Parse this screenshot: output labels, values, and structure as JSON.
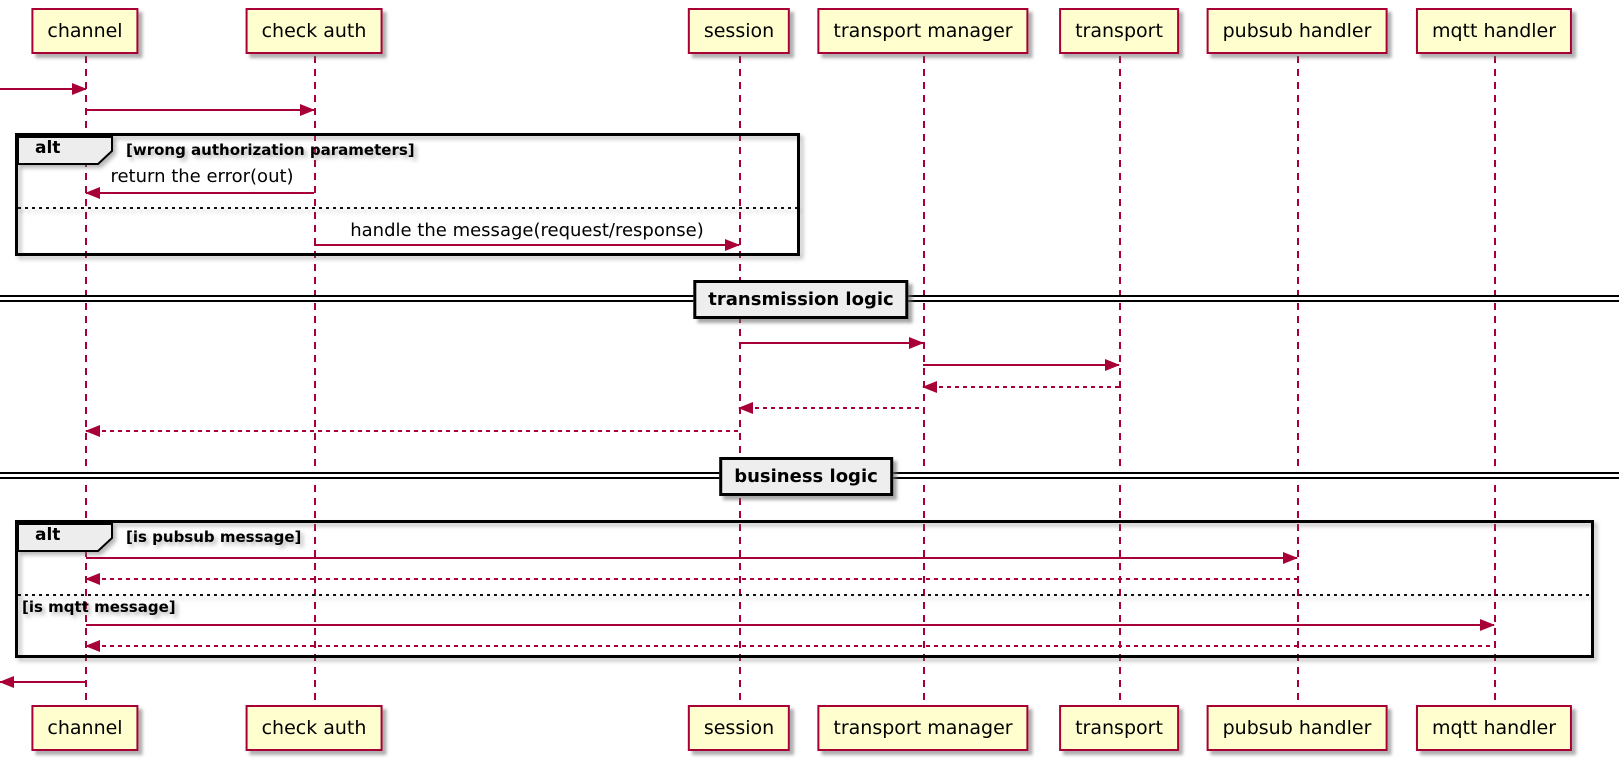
{
  "diagram_type": "sequence-diagram",
  "colors": {
    "background": "#FFFFFF",
    "participant_fill": "#FEFECE",
    "participant_border": "#A80036",
    "arrow": "#A80036",
    "lifeline": "#A80036",
    "frame_border": "#000000",
    "operator_badge_bg": "#EEEEEE",
    "divider_label_bg": "#EEEEEE",
    "text": "#000000"
  },
  "participants": [
    {
      "label": "channel"
    },
    {
      "label": "check auth"
    },
    {
      "label": "session"
    },
    {
      "label": "transport manager"
    },
    {
      "label": "transport"
    },
    {
      "label": "pubsub handler"
    },
    {
      "label": "mqtt handler"
    }
  ],
  "frames": [
    {
      "operator": "alt",
      "guards": [
        {
          "label": "[wrong authorization parameters]"
        }
      ]
    },
    {
      "operator": "alt",
      "guards": [
        {
          "label": "[is pubsub message]"
        },
        {
          "label": "[is mqtt message]"
        }
      ]
    }
  ],
  "dividers": [
    {
      "label": "transmission logic"
    },
    {
      "label": "business logic"
    }
  ],
  "messages": [
    {
      "from": "external-left",
      "to": "channel",
      "label": "",
      "style": "solid"
    },
    {
      "from": "channel",
      "to": "check auth",
      "label": "",
      "style": "solid"
    },
    {
      "from": "check auth",
      "to": "channel",
      "label": "return the error(out)",
      "style": "solid"
    },
    {
      "from": "check auth",
      "to": "session",
      "label": "handle the message(request/response)",
      "style": "solid"
    },
    {
      "from": "session",
      "to": "transport manager",
      "label": "",
      "style": "solid"
    },
    {
      "from": "transport manager",
      "to": "transport",
      "label": "",
      "style": "solid"
    },
    {
      "from": "transport",
      "to": "transport manager",
      "label": "",
      "style": "dashed"
    },
    {
      "from": "transport manager",
      "to": "session",
      "label": "",
      "style": "dashed"
    },
    {
      "from": "session",
      "to": "channel",
      "label": "",
      "style": "dashed"
    },
    {
      "from": "channel",
      "to": "pubsub handler",
      "label": "",
      "style": "solid"
    },
    {
      "from": "pubsub handler",
      "to": "channel",
      "label": "",
      "style": "dashed"
    },
    {
      "from": "channel",
      "to": "mqtt handler",
      "label": "",
      "style": "solid"
    },
    {
      "from": "mqtt handler",
      "to": "channel",
      "label": "",
      "style": "dashed"
    },
    {
      "from": "channel",
      "to": "external-left",
      "label": "",
      "style": "solid"
    }
  ]
}
